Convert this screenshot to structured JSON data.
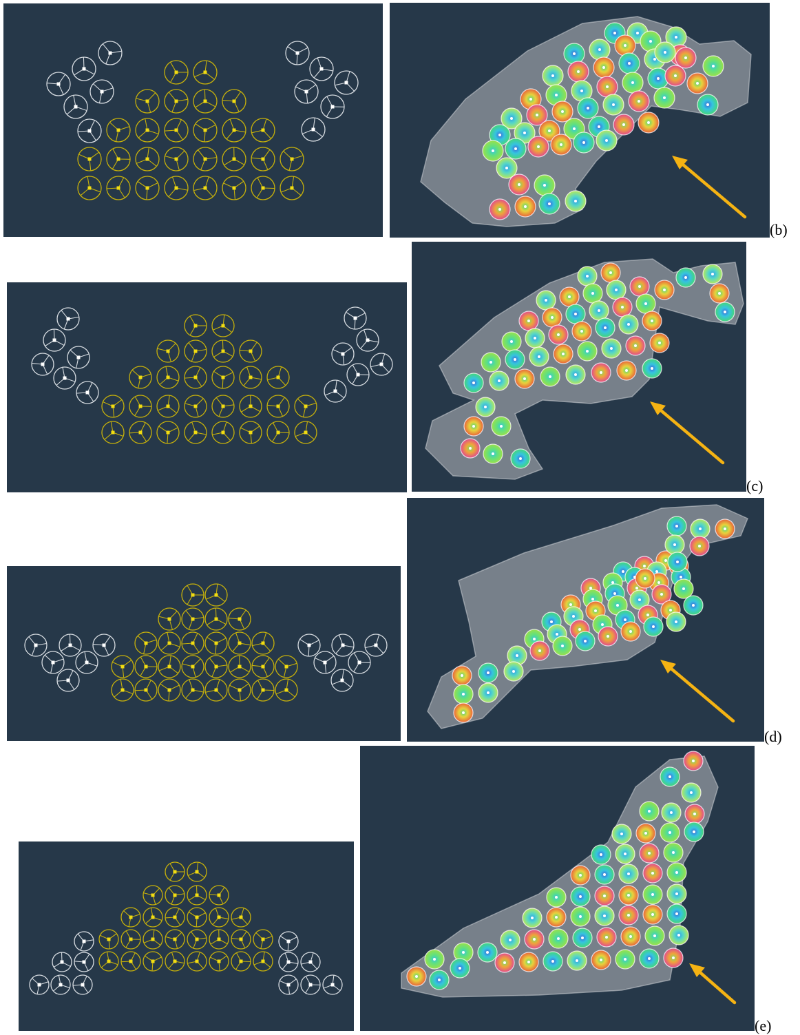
{
  "figure": {
    "rows": [
      {
        "label": "(b)"
      },
      {
        "label": "(c)"
      },
      {
        "label": "(d)"
      },
      {
        "label": "(e)"
      }
    ]
  },
  "colors": {
    "background": "#263849",
    "central_circles": "#c8b20a",
    "side_circles": "#d8dde2",
    "arrow": "#f5b313",
    "mesh": "#b9bcc0"
  },
  "icons": {
    "arrow": "arrow-up-left-icon",
    "element": "circle-tri-spoke-icon",
    "heatmap": "colored-disc-icon"
  }
}
